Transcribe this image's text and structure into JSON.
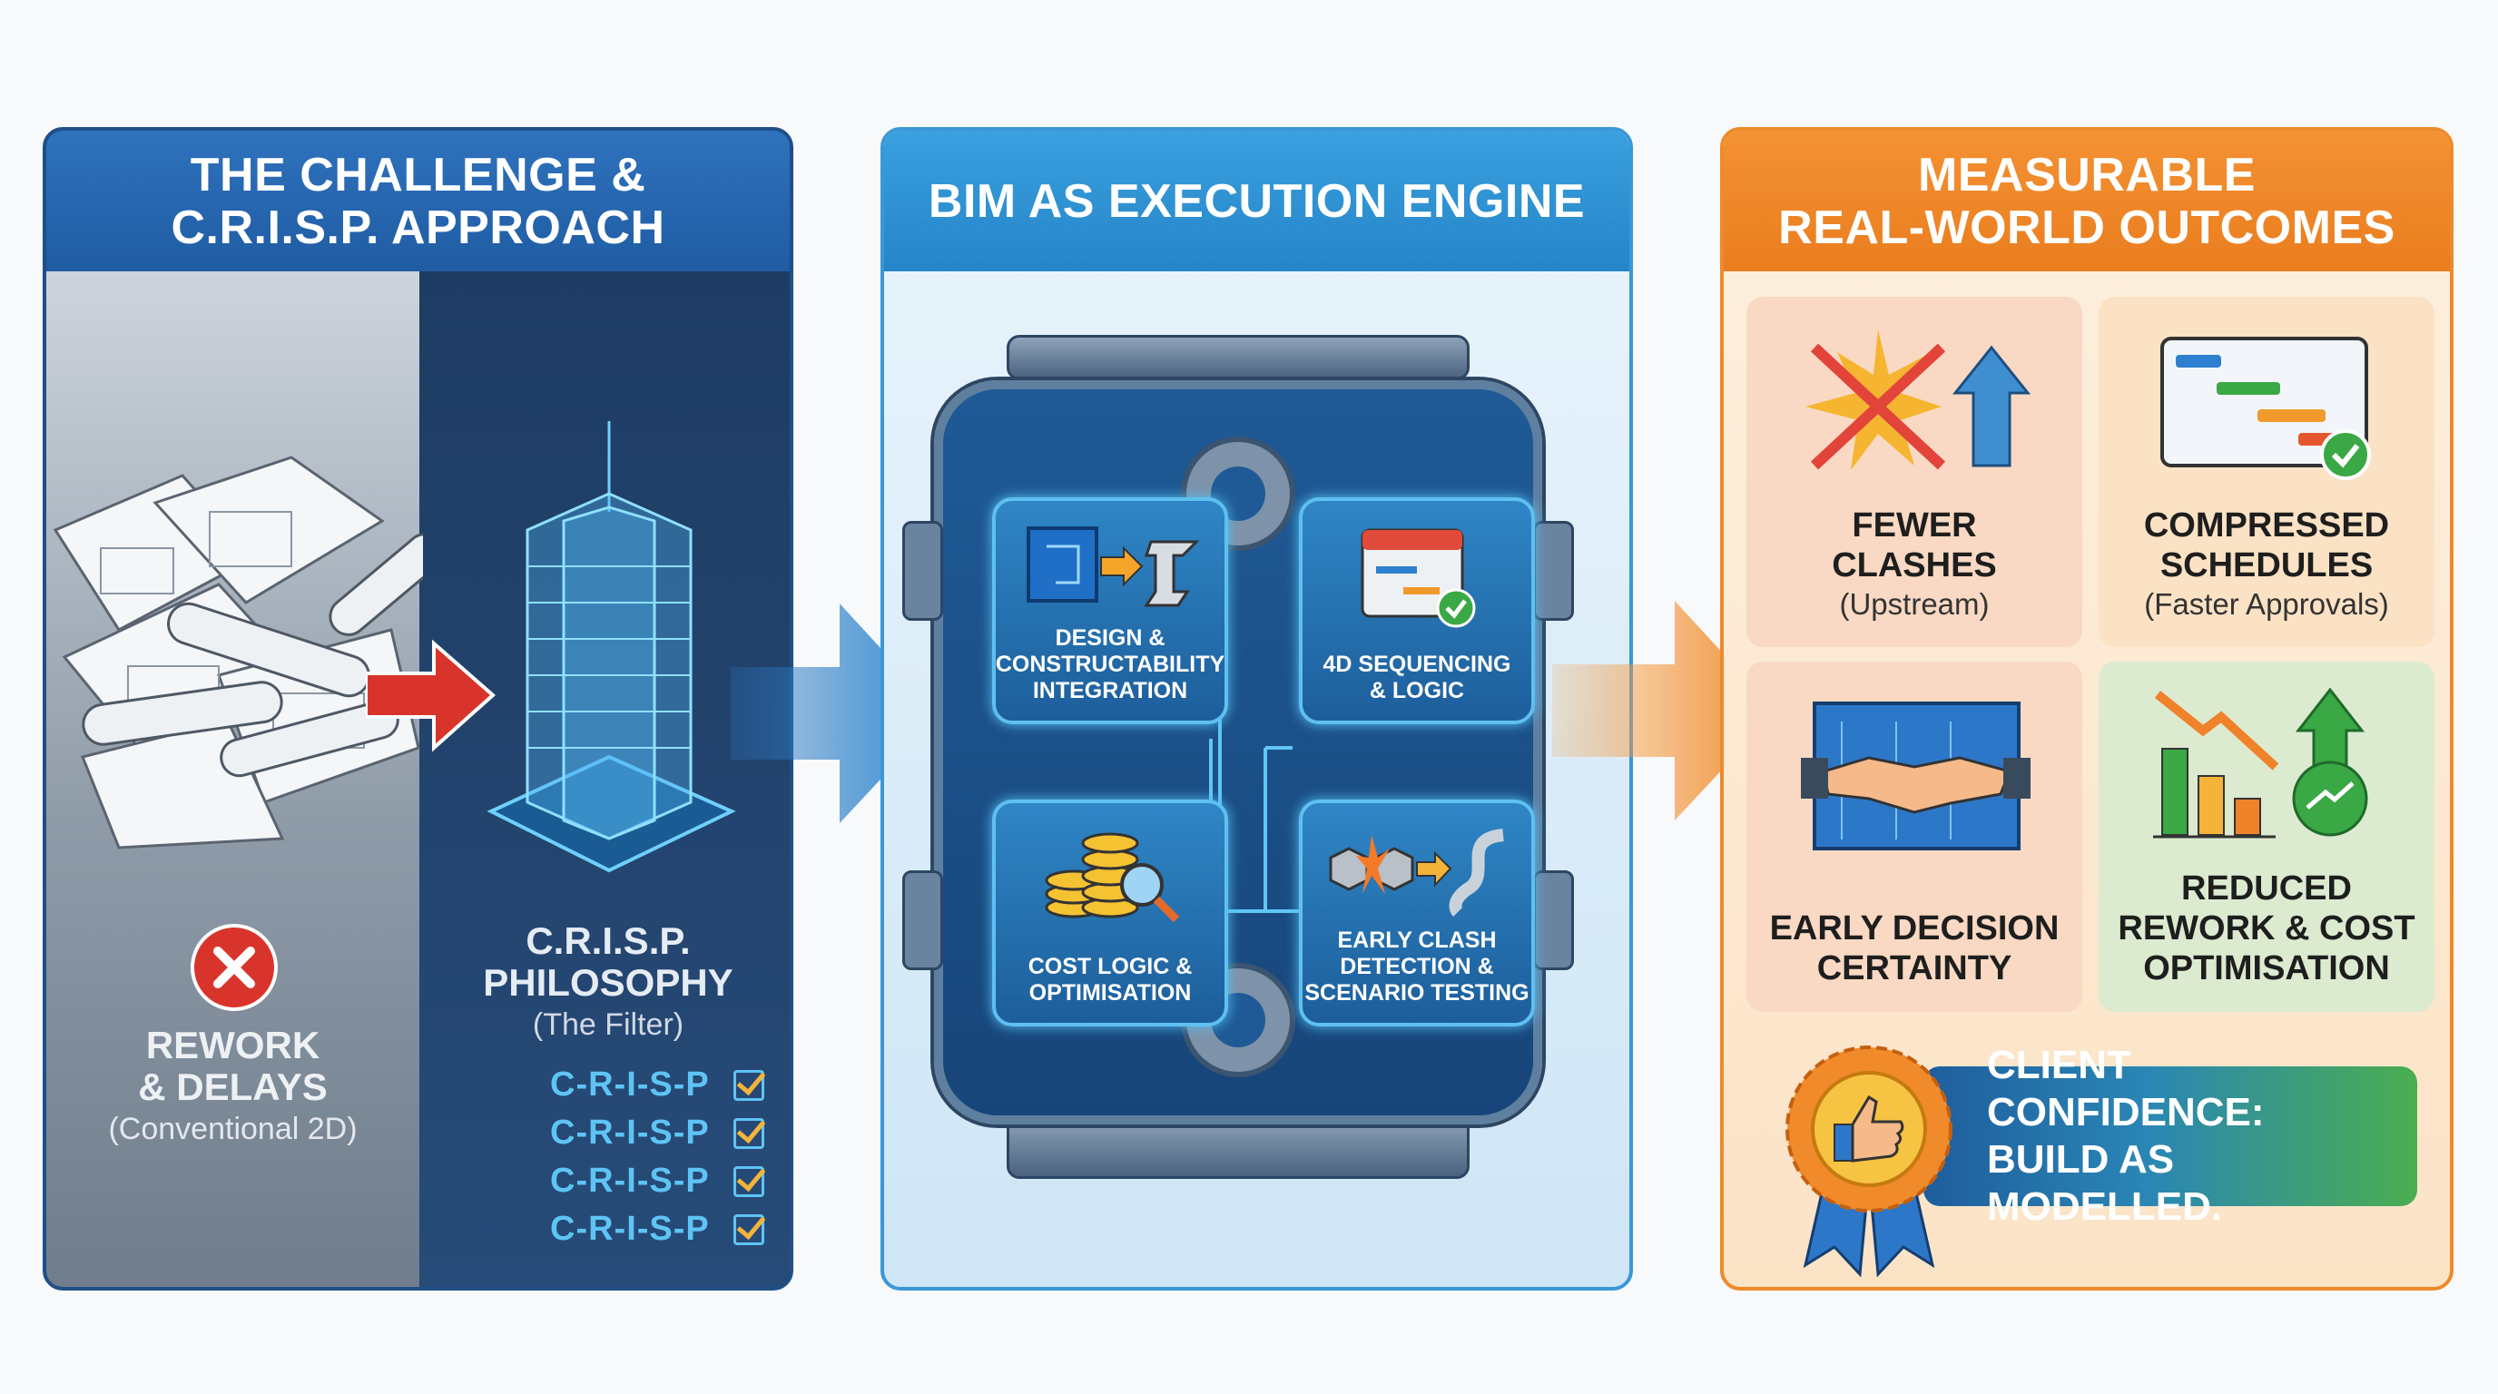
{
  "panels": {
    "challenge": {
      "title_line1": "THE CHALLENGE &",
      "title_line2": "C.R.I.S.P. APPROACH",
      "left": {
        "title_line1": "REWORK",
        "title_line2": "& DELAYS",
        "subtitle": "(Conventional 2D)",
        "icon": "red-x-circle-icon"
      },
      "right": {
        "title_line1": "C.R.I.S.P.",
        "title_line2": "PHILOSOPHY",
        "subtitle": "(The Filter)",
        "checklist": [
          "C-R-I-S-P",
          "C-R-I-S-P",
          "C-R-I-S-P",
          "C-R-I-S-P"
        ]
      }
    },
    "engine": {
      "title": "BIM AS EXECUTION ENGINE",
      "modules": [
        {
          "label_line1": "DESIGN &",
          "label_line2": "CONSTRUCTABILITY",
          "label_line3": "INTEGRATION",
          "icon": "blueprint-to-beam-icon"
        },
        {
          "label_line1": "4D SEQUENCING",
          "label_line2": "& LOGIC",
          "icon": "calendar-check-icon"
        },
        {
          "label_line1": "COST LOGIC &",
          "label_line2": "OPTIMISATION",
          "icon": "coins-magnifier-icon"
        },
        {
          "label_line1": "EARLY CLASH",
          "label_line2": "DETECTION &",
          "label_line3": "SCENARIO TESTING",
          "icon": "clash-path-icon"
        }
      ]
    },
    "outcomes": {
      "title_line1": "MEASURABLE",
      "title_line2": "REAL-WORLD OUTCOMES",
      "cards": [
        {
          "title_line1": "FEWER",
          "title_line2": "CLASHES",
          "subtitle": "(Upstream)",
          "icon": "clash-cross-arrow-up-icon",
          "bg": "#f9d9c3"
        },
        {
          "title_line1": "COMPRESSED",
          "title_line2": "SCHEDULES",
          "subtitle": "(Faster Approvals)",
          "icon": "gantt-check-icon",
          "bg": "#fbe2c4"
        },
        {
          "title_line1": "EARLY DECISION",
          "title_line2": "CERTAINTY",
          "icon": "handshake-blueprint-icon",
          "bg": "#f9d9c3"
        },
        {
          "title_line1": "REDUCED",
          "title_line2": "REWORK & COST",
          "title_line3": "OPTIMISATION",
          "icon": "bar-chart-down-up-icon",
          "bg": "#dcebd0"
        }
      ],
      "banner": {
        "line1": "CLIENT CONFIDENCE:",
        "line2": "BUILD AS MODELLED.",
        "icon": "thumbs-up-medal-icon"
      }
    }
  },
  "colors": {
    "blue": "#2f72bd",
    "cyan": "#3aa0df",
    "orange": "#f08a2a",
    "red": "#d9342b",
    "green": "#4caf50"
  }
}
